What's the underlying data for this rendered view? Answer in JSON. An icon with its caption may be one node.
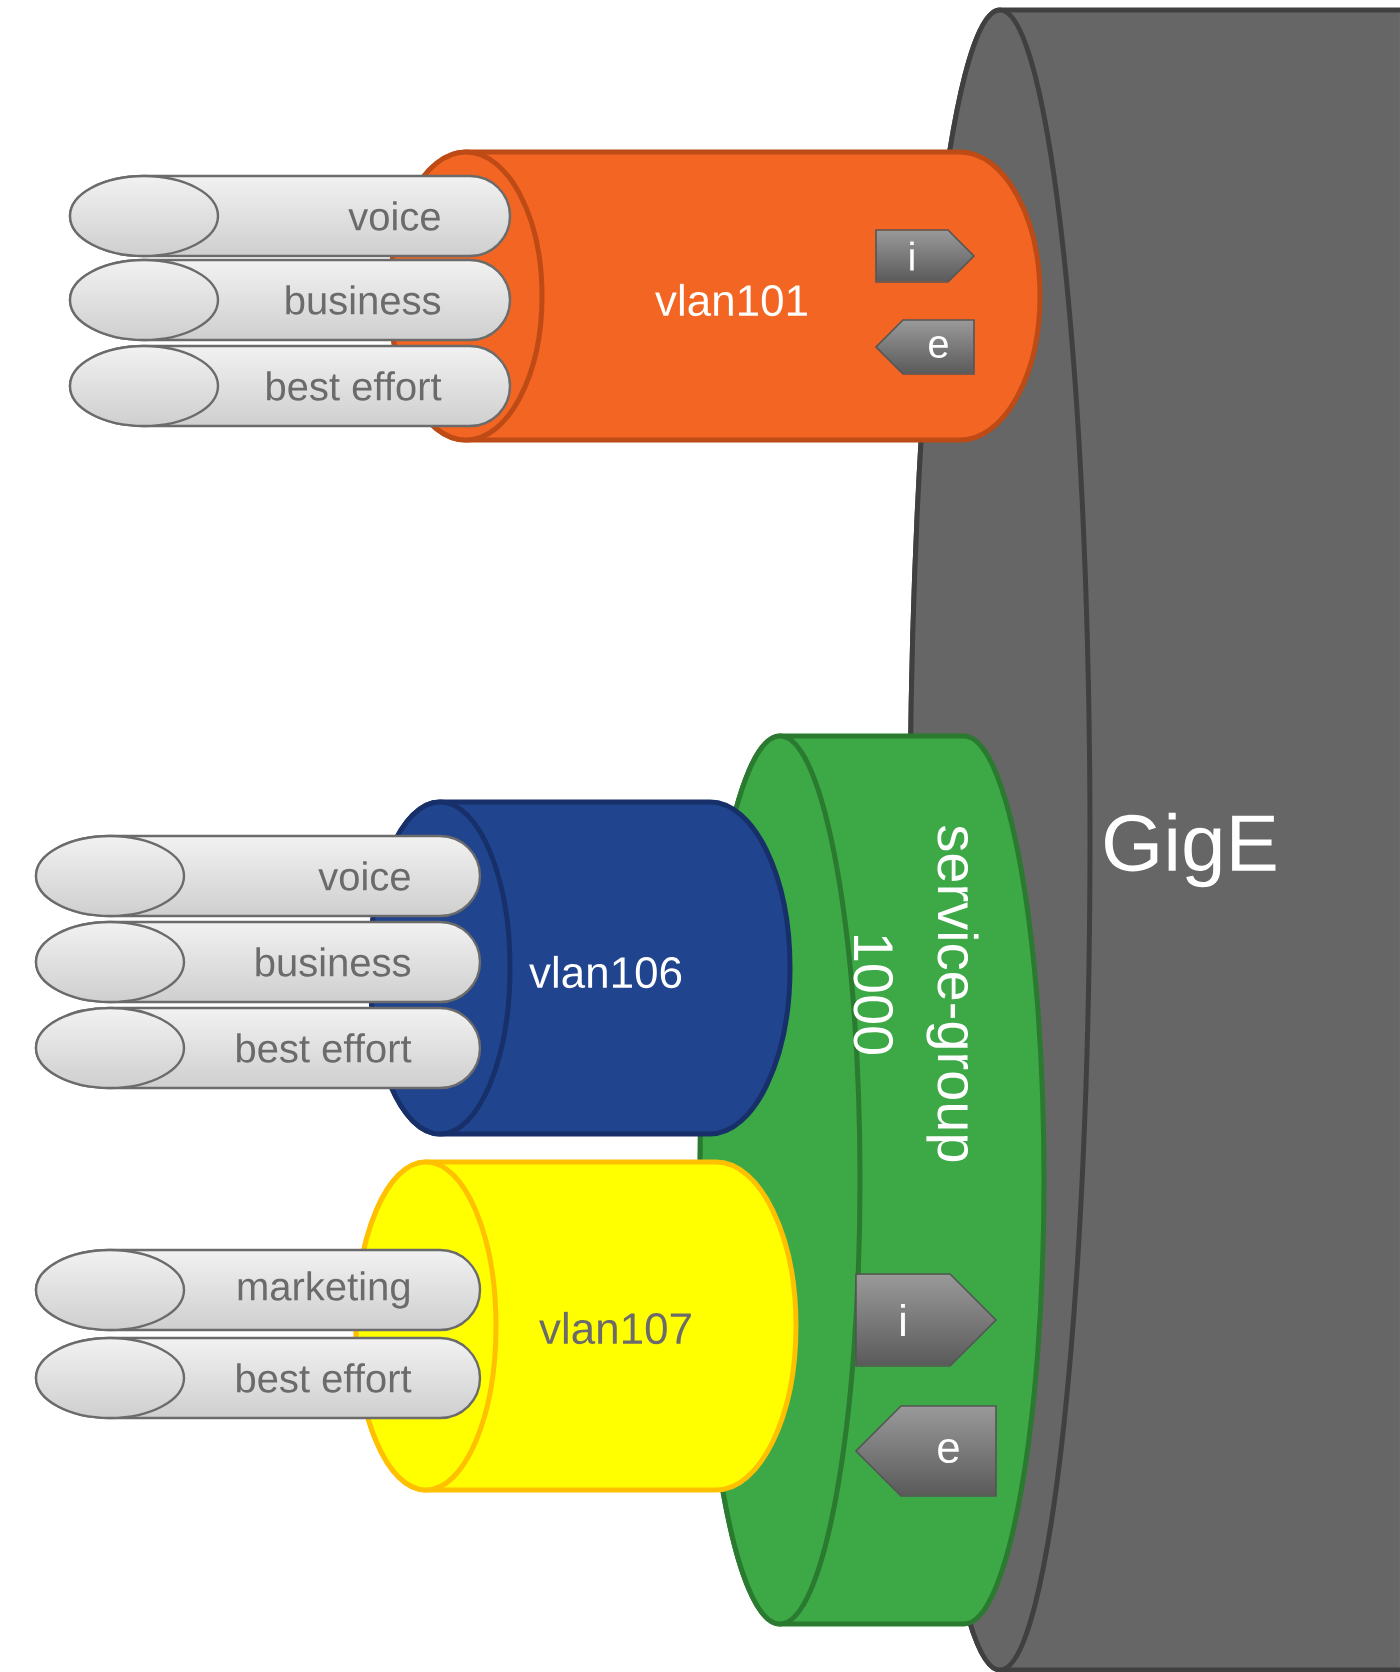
{
  "diagram": {
    "nodes": [
      {
        "text": [
          "GigE"
        ]
      },
      {
        "text": [
          "vlan101"
        ]
      },
      {
        "text": [
          "voice"
        ]
      },
      {
        "text": [
          "business"
        ]
      },
      {
        "text": [
          "best effort"
        ]
      },
      {
        "text": [
          "i"
        ],
        "in": 1
      },
      {
        "text": [
          "e"
        ],
        "in": 1
      },
      {
        "text": [
          "service-group 1000"
        ]
      },
      {
        "text": [
          "i"
        ],
        "in": 7
      },
      {
        "text": [
          "e"
        ],
        "in": 7
      },
      {
        "text": [
          "vlan106"
        ]
      },
      {
        "text": [
          "voice"
        ]
      },
      {
        "text": [
          "business"
        ]
      },
      {
        "text": [
          "best effort"
        ]
      },
      {
        "text": [
          "vlan107"
        ]
      },
      {
        "text": [
          "marketing"
        ]
      },
      {
        "text": [
          "best effort"
        ]
      }
    ]
  }
}
